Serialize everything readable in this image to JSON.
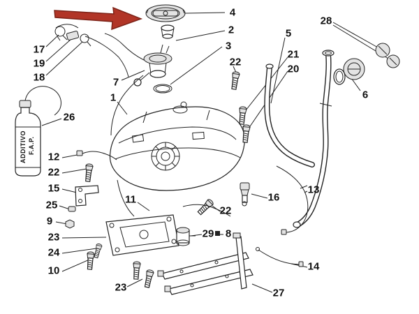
{
  "diagram": {
    "type": "exploded-parts-diagram",
    "subject": "fuel-tank-assembly",
    "bottle_text_line1": "ADDITIVO",
    "bottle_text_line2": "F.A.P.",
    "colors": {
      "line": "#222222",
      "arrow_fill": "#b13527",
      "arrow_edge": "#7c2318",
      "metal_fill": "#e3e3e3"
    },
    "callouts": [
      {
        "id": "4"
      },
      {
        "id": "2"
      },
      {
        "id": "3"
      },
      {
        "id": "22"
      },
      {
        "id": "5"
      },
      {
        "id": "21"
      },
      {
        "id": "20"
      },
      {
        "id": "28"
      },
      {
        "id": "6"
      },
      {
        "id": "17"
      },
      {
        "id": "19"
      },
      {
        "id": "18"
      },
      {
        "id": "7"
      },
      {
        "id": "1"
      },
      {
        "id": "26"
      },
      {
        "id": "12"
      },
      {
        "id": "22"
      },
      {
        "id": "15"
      },
      {
        "id": "25"
      },
      {
        "id": "9"
      },
      {
        "id": "23"
      },
      {
        "id": "24"
      },
      {
        "id": "10"
      },
      {
        "id": "11"
      },
      {
        "id": "29"
      },
      {
        "id": "8"
      },
      {
        "id": "16"
      },
      {
        "id": "22"
      },
      {
        "id": "13"
      },
      {
        "id": "14"
      },
      {
        "id": "27"
      },
      {
        "id": "23"
      }
    ]
  }
}
